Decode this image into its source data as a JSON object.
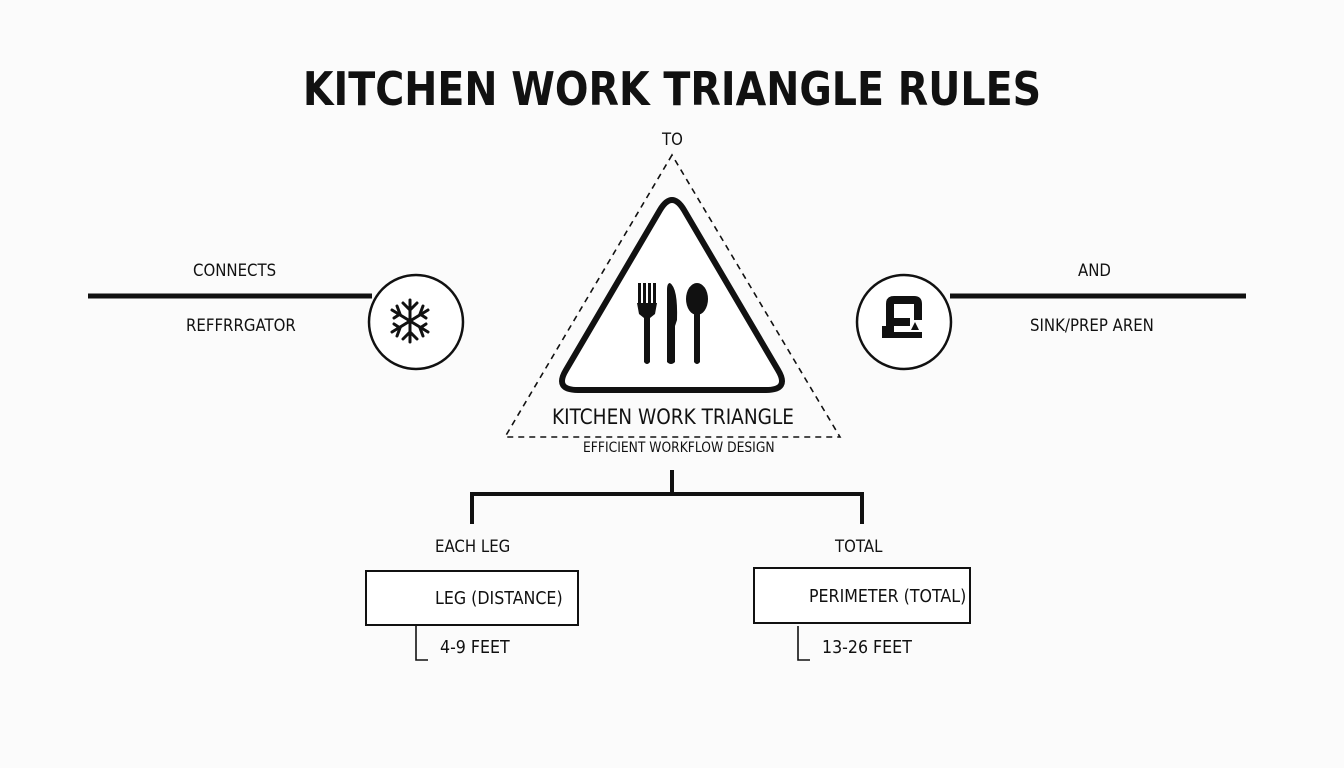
{
  "title": "KITCHEN WORK TRIANGLE RULES",
  "top_label": "TO",
  "left": {
    "connector_label": "CONNECTS",
    "name": "REFFRRGATOR",
    "icon": "snowflake-icon"
  },
  "right": {
    "connector_label": "AND",
    "name": "SINK/PREP AREN",
    "icon": "faucet-icon"
  },
  "center": {
    "icon": "utensils-icon",
    "title": "KITCHEN WORK TRIANGLE",
    "subtitle": "EFFICIENT WORKFLOW DESIGN"
  },
  "branches": [
    {
      "heading": "EACH LEG",
      "box_label": "LEG (DISTANCE)",
      "value": "4-9 FEET",
      "icon": "tape-measure-icon"
    },
    {
      "heading": "TOTAL",
      "box_label": "PERIMETER (TOTAL)",
      "value": "13-26 FEET",
      "icon": "triangle-outline-icon"
    }
  ]
}
